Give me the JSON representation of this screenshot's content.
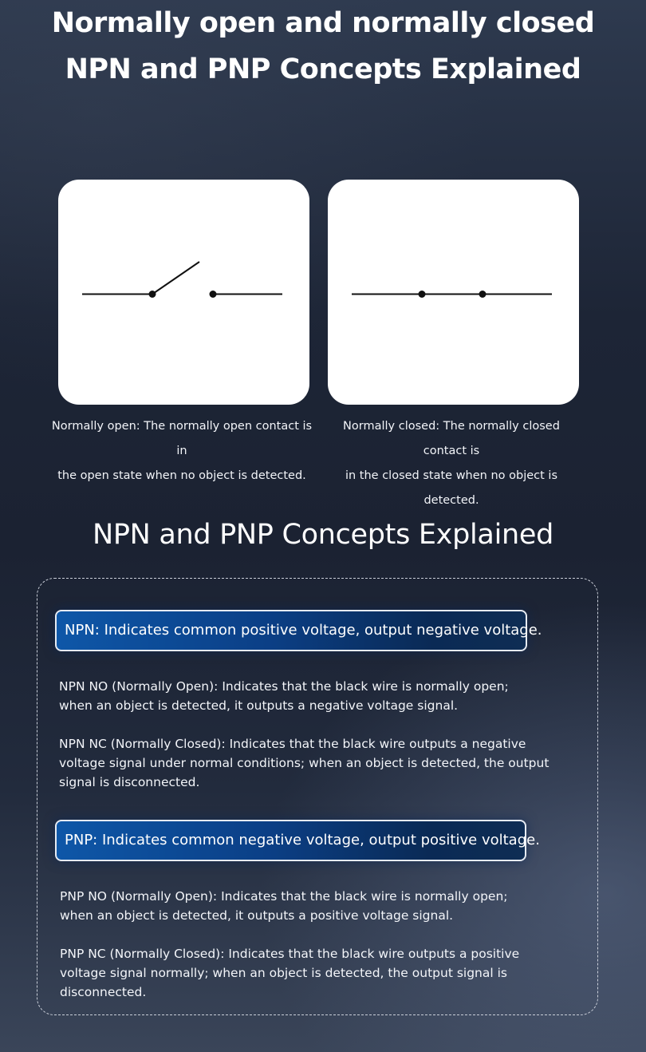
{
  "header": {
    "title_line1": "Normally open and normally closed",
    "title_line2": "NPN and PNP Concepts Explained"
  },
  "cards": {
    "normally_open": {
      "caption_line1": "Normally open: The normally open contact is in",
      "caption_line2": "the open state when no object is detected."
    },
    "normally_closed": {
      "caption_line1": "Normally closed: The normally closed contact is",
      "caption_line2": "in the closed state when no object is detected."
    }
  },
  "section": {
    "title": "NPN and PNP Concepts Explained",
    "npn": {
      "banner": "NPN: Indicates common positive voltage, output negative voltage.",
      "no_text": "NPN NO (Normally Open): Indicates that the black wire is normally open;\nwhen an object is detected, it outputs a negative voltage signal.",
      "nc_text": "NPN NC (Normally Closed): Indicates that the black wire outputs a negative\nvoltage signal under normal conditions; when an object is detected, the output\nsignal is disconnected."
    },
    "pnp": {
      "banner": "PNP: Indicates common negative voltage, output positive voltage.",
      "no_text": "PNP NO (Normally Open): Indicates that the black wire is normally open;\n when an object is detected, it outputs a positive voltage signal.",
      "nc_text": "PNP NC (Normally Closed): Indicates that the black wire outputs a positive\nvoltage signal normally; when an object is detected, the output signal is disconnected."
    }
  },
  "colors": {
    "banner_blue": "#0e57a8",
    "card_white": "#ffffff",
    "background_dark": "#1d2536"
  }
}
